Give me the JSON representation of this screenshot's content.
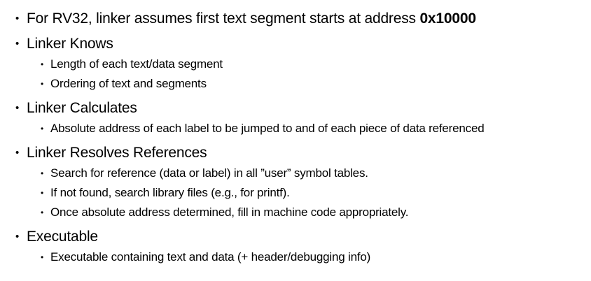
{
  "page": {
    "background_color": "#ffffff",
    "text_color": "#000000",
    "bullet_glyph": "•"
  },
  "slide": {
    "line1": {
      "prefix": "For RV32, linker assumes first text segment starts at address ",
      "bold": "0x10000"
    },
    "sections": [
      {
        "heading": "Linker Knows",
        "subs": [
          "Length of each text/data segment",
          "Ordering of text and segments"
        ]
      },
      {
        "heading": "Linker Calculates",
        "subs": [
          "Absolute address of each label to be jumped to and of each piece of data referenced"
        ]
      },
      {
        "heading": "Linker Resolves References",
        "subs": [
          "Search for reference (data or label) in all ”user” symbol tables.",
          "If not found, search library files (e.g., for printf).",
          "Once absolute address determined, fill in machine code appropriately."
        ]
      },
      {
        "heading": "Executable",
        "subs": [
          "Executable containing text and data (+ header/debugging info)"
        ]
      }
    ]
  }
}
